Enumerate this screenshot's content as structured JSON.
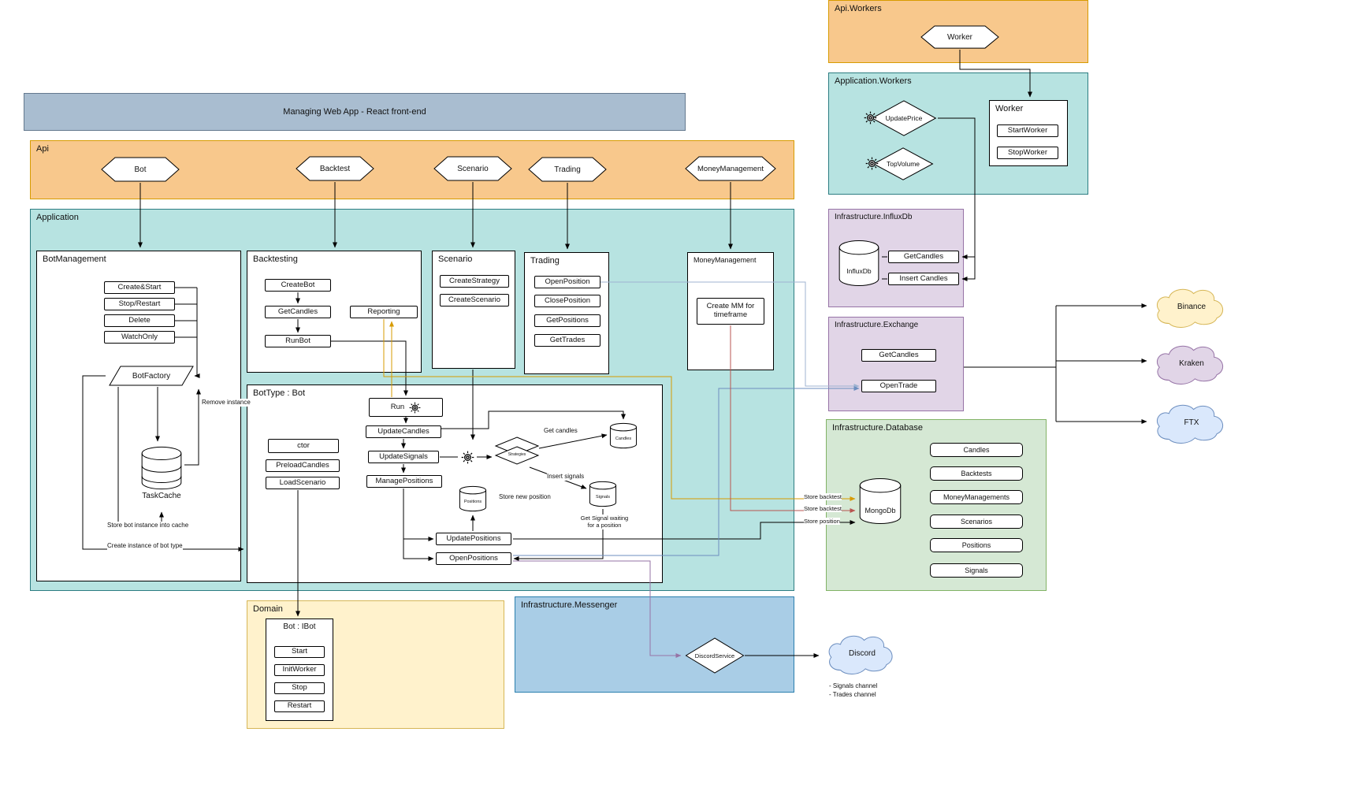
{
  "colors": {
    "orange_fill": "#f8c88c",
    "orange_border": "#d79b00",
    "teal_fill": "#b7e3e1",
    "teal_border": "#2d7d82",
    "purple_fill": "#e1d5e7",
    "purple_border": "#9673a6",
    "green_fill": "#d5e8d4",
    "green_border": "#82b366",
    "yellow_fill": "#fff2cc",
    "yellow_border": "#d6b656",
    "blue_fill": "#a9cde6",
    "blue_border": "#2a7fae",
    "header_fill": "#a9bdd0",
    "header_border": "#64798e",
    "edge_orange": "#d79b00",
    "edge_red": "#b85450",
    "edge_blue": "#6c8ebf",
    "edge_purple": "#9673a6",
    "edge_steel": "#9fb3d1",
    "edge_black": "#000000"
  },
  "web_app": {
    "title": "Managing Web App - React front-end"
  },
  "api_workers": {
    "title": "Api.Workers",
    "worker_hex": "Worker"
  },
  "application_workers": {
    "title": "Application.Workers",
    "update_price": "UpdatePrice",
    "top_volume": "TopVolume",
    "worker_box": {
      "title": "Worker",
      "start_worker": "StartWorker",
      "stop_worker": "StopWorker"
    }
  },
  "api": {
    "title": "Api",
    "hexagons": [
      "Bot",
      "Backtest",
      "Scenario",
      "Trading",
      "MoneyManagement"
    ]
  },
  "application": {
    "title": "Application",
    "bot_management": {
      "title": "BotManagement",
      "buttons": [
        "Create&Start",
        "Stop/Restart",
        "Delete",
        "WatchOnly"
      ],
      "bot_factory": "BotFactory",
      "task_cache": "TaskCache",
      "remove_instance": "Remove instance",
      "store_bot_instance": "Store bot instance into cache",
      "create_instance": "Create instance of bot type"
    },
    "backtesting": {
      "title": "Backtesting",
      "create_bot": "CreateBot",
      "get_candles": "GetCandles",
      "run_bot": "RunBot",
      "reporting": "Reporting"
    },
    "scenario": {
      "title": "Scenario",
      "create_strategy": "CreateStrategy",
      "create_scenario": "CreateScenario"
    },
    "trading": {
      "title": "Trading",
      "open_position": "OpenPosition",
      "close_position": "ClosePosition",
      "get_positions": "GetPositions",
      "get_trades": "GetTrades"
    },
    "money_management": {
      "title": "MoneyManagement",
      "create_mm": "Create MM for timeframe"
    },
    "bot_type": {
      "title": "BotType : Bot",
      "run": "Run",
      "update_candles": "UpdateCandles",
      "update_signals": "UpdateSignals",
      "manage_positions": "ManagePositions",
      "ctor": "ctor",
      "preload_candles": "PreloadCandles",
      "load_scenario": "LoadScenario",
      "strategies": "Strategies",
      "candles_store": "Candles",
      "positions_store": "Positions",
      "signals_store": "Signals",
      "update_positions": "UpdatePositions",
      "open_positions": "OpenPositions",
      "labels": {
        "get_candles": "Get candles",
        "insert_signals": "Insert signals",
        "store_new_position": "Store new position",
        "get_signal": "Get Signal waiting for a position"
      }
    }
  },
  "influxdb": {
    "title": "Infrastructure.InfluxDb",
    "db": "InfluxDb",
    "get_candles": "GetCandles",
    "insert_candles": "Insert Candles"
  },
  "exchange": {
    "title": "Infrastructure.Exchange",
    "get_candles": "GetCandles",
    "open_trade": "OpenTrade"
  },
  "database": {
    "title": "Infrastructure.Database",
    "db": "MongoDb",
    "collections": [
      "Candles",
      "Backtests",
      "MoneyManagements",
      "Scenarios",
      "Positions",
      "Signals"
    ]
  },
  "domain": {
    "title": "Domain",
    "bot_ibot": {
      "title": "Bot : IBot",
      "buttons": [
        "Start",
        "InitWorker",
        "Stop",
        "Restart"
      ]
    }
  },
  "messenger": {
    "title": "Infrastructure.Messenger",
    "discord_service": "DiscordService"
  },
  "clouds": {
    "binance": "Binance",
    "kraken": "Kraken",
    "ftx": "FTX",
    "discord": "Discord"
  },
  "discord_channels": [
    "- Signals channel",
    "- Trades channel"
  ],
  "edge_labels": {
    "store_backtest_1": "Store backtest",
    "store_backtest_2": "Store backtest",
    "store_position": "Store position"
  }
}
